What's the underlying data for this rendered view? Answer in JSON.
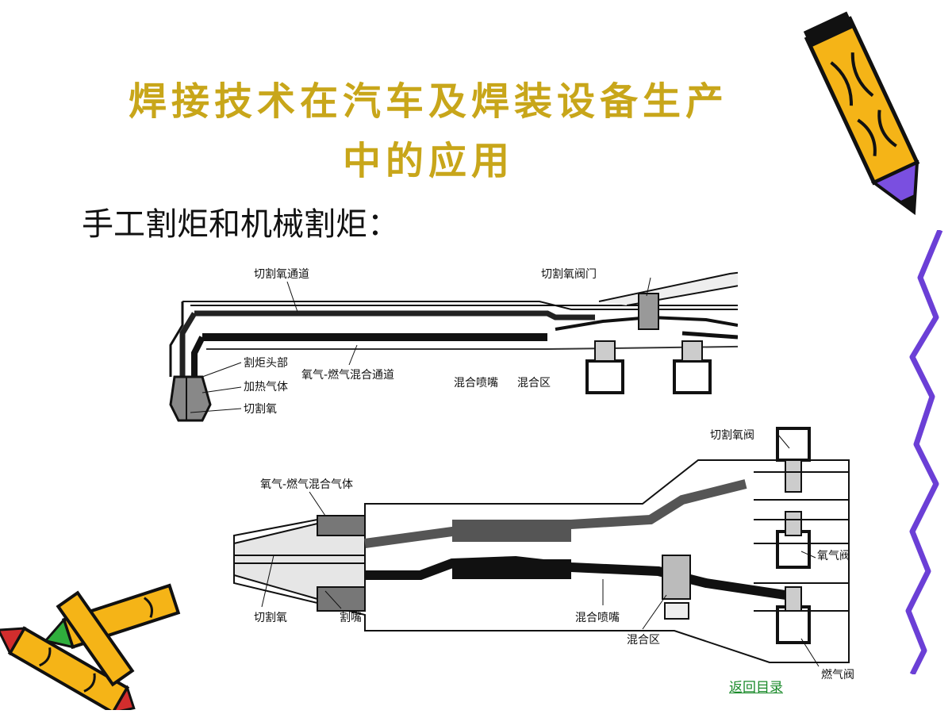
{
  "slide": {
    "title_line1": "焊接技术在汽车及焊装设备生产",
    "title_line2": "中的应用",
    "subtitle": "手工割炬和机械割炬：",
    "back_link": "返回目录"
  },
  "diagram_top": {
    "labels": {
      "cut_oxygen_channel": "切割氧通道",
      "cut_oxygen_valve_door": "切割氧阀门",
      "torch_head": "割炬头部",
      "heating_gas": "加热气体",
      "cut_oxygen": "切割氧",
      "mix_channel": "氧气-燃气混合通道",
      "mix_nozzle": "混合喷嘴",
      "mix_zone": "混合区"
    }
  },
  "diagram_bottom": {
    "labels": {
      "cut_oxygen_valve": "切割氧阀",
      "mix_gas": "氧气-燃气混合气体",
      "oxygen_valve": "氧气阀",
      "cut_oxygen": "切割氧",
      "cutting_nozzle": "割嘴",
      "mix_nozzle": "混合喷嘴",
      "mix_zone": "混合区",
      "fuel_valve": "燃气阀"
    }
  },
  "colors": {
    "title": "#c8a61a",
    "link": "#1a8a2a",
    "pencil_yellow": "#f5b417",
    "wavy_line": "#6b3fd6"
  }
}
